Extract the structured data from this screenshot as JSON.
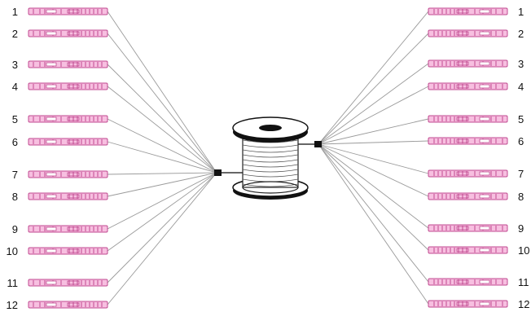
{
  "diagram": {
    "left_labels": [
      "1",
      "2",
      "3",
      "4",
      "5",
      "6",
      "7",
      "8",
      "9",
      "10",
      "11",
      "12"
    ],
    "right_labels": [
      "1",
      "2",
      "3",
      "4",
      "5",
      "6",
      "7",
      "8",
      "9",
      "10",
      "11",
      "12"
    ]
  },
  "colors": {
    "connector_fill": "#f7bfe0",
    "connector_stroke": "#c04a90",
    "fiber": "#9a9a9a",
    "spool_dark": "#111111",
    "spool_light": "#ffffff"
  }
}
